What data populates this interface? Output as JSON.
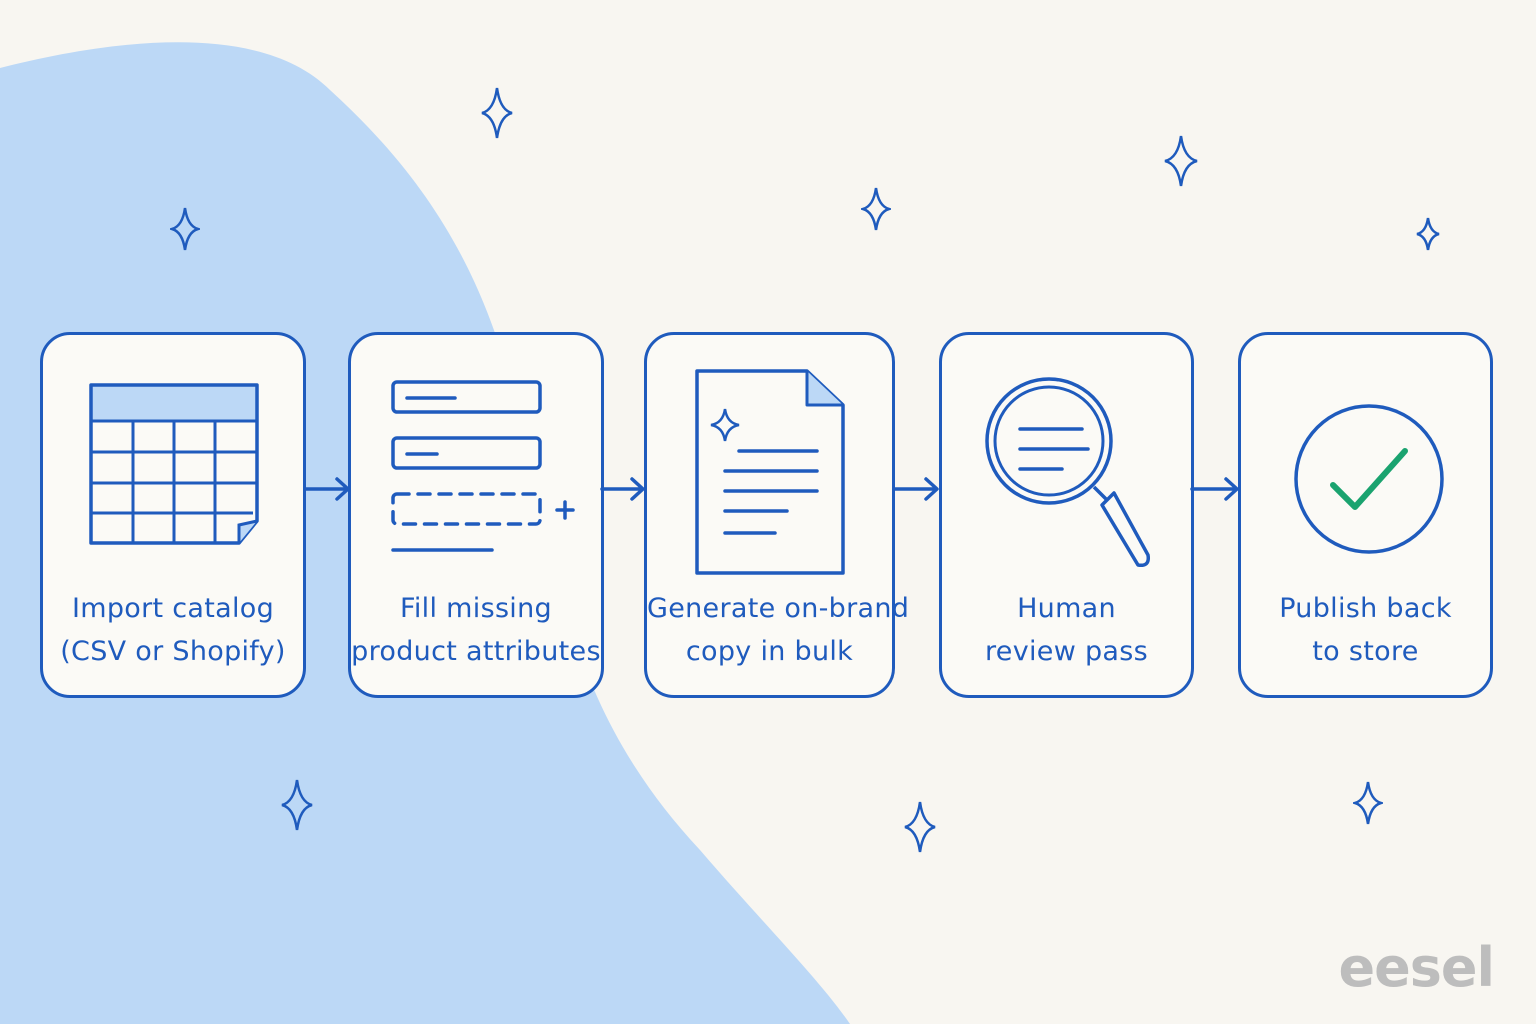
{
  "steps": [
    {
      "line1": "Import catalog",
      "line2": "(CSV or Shopify)",
      "icon": "spreadsheet-icon"
    },
    {
      "line1": "Fill missing",
      "line2": "product attributes",
      "icon": "form-fields-icon"
    },
    {
      "line1": "Generate on-brand",
      "line2": "copy in bulk",
      "icon": "document-icon"
    },
    {
      "line1": "Human",
      "line2": "review pass",
      "icon": "magnifier-icon"
    },
    {
      "line1": "Publish back",
      "line2": "to store",
      "icon": "checkmark-circle-icon"
    }
  ],
  "brand": {
    "logo_text": "eesel"
  },
  "colors": {
    "ink": "#1f5bbd",
    "blob": "#bcd8f6",
    "background": "#f8f6f1",
    "check": "#1aa36f",
    "logo": "#bdbdbd"
  }
}
